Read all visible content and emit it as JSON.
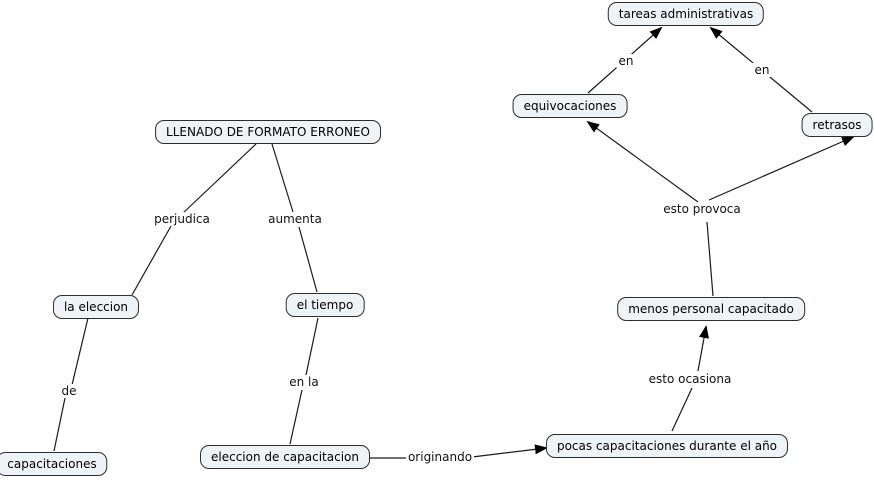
{
  "diagram": {
    "type": "concept-map",
    "background_color": "#ffffff",
    "node_fill_color": "#eef3f8",
    "node_border_color": "#2d2d2d",
    "line_color": "#1a1a1a",
    "arrow_color": "#000000"
  },
  "nodes": [
    {
      "id": "tareas-administrativas",
      "label": "tareas administrativas"
    },
    {
      "id": "equivocaciones",
      "label": "equivocaciones"
    },
    {
      "id": "retrasos",
      "label": "retrasos"
    },
    {
      "id": "llenado-de-formato-erroneo",
      "label": "LLENADO DE FORMATO ERRONEO"
    },
    {
      "id": "la-eleccion",
      "label": "la eleccion"
    },
    {
      "id": "el-tiempo",
      "label": "el tiempo"
    },
    {
      "id": "menos-personal-capacitado",
      "label": "menos personal capacitado"
    },
    {
      "id": "capacitaciones",
      "label": "capacitaciones"
    },
    {
      "id": "eleccion-de-capacitacion",
      "label": "eleccion de capacitacion"
    },
    {
      "id": "pocas-capacitaciones-durante-el-anio",
      "label": "pocas capacitaciones durante el año"
    }
  ],
  "edges": [
    {
      "label": "en",
      "from": "equivocaciones",
      "to": "tareas-administrativas",
      "arrow": true
    },
    {
      "label": "en",
      "from": "retrasos",
      "to": "tareas-administrativas",
      "arrow": true
    },
    {
      "label": "esto provoca",
      "from": "menos-personal-capacitado",
      "to": "equivocaciones + retrasos",
      "arrow": true
    },
    {
      "label": "perjudica",
      "from": "llenado-de-formato-erroneo",
      "to": "la-eleccion",
      "arrow": false
    },
    {
      "label": "aumenta",
      "from": "llenado-de-formato-erroneo",
      "to": "el-tiempo",
      "arrow": false
    },
    {
      "label": "de",
      "from": "la-eleccion",
      "to": "capacitaciones",
      "arrow": false
    },
    {
      "label": "en la",
      "from": "el-tiempo",
      "to": "eleccion-de-capacitacion",
      "arrow": false
    },
    {
      "label": "originando",
      "from": "eleccion-de-capacitacion",
      "to": "pocas-capacitaciones-durante-el-anio",
      "arrow": true
    },
    {
      "label": "esto ocasiona",
      "from": "pocas-capacitaciones-durante-el-anio",
      "to": "menos-personal-capacitado",
      "arrow": true
    }
  ]
}
